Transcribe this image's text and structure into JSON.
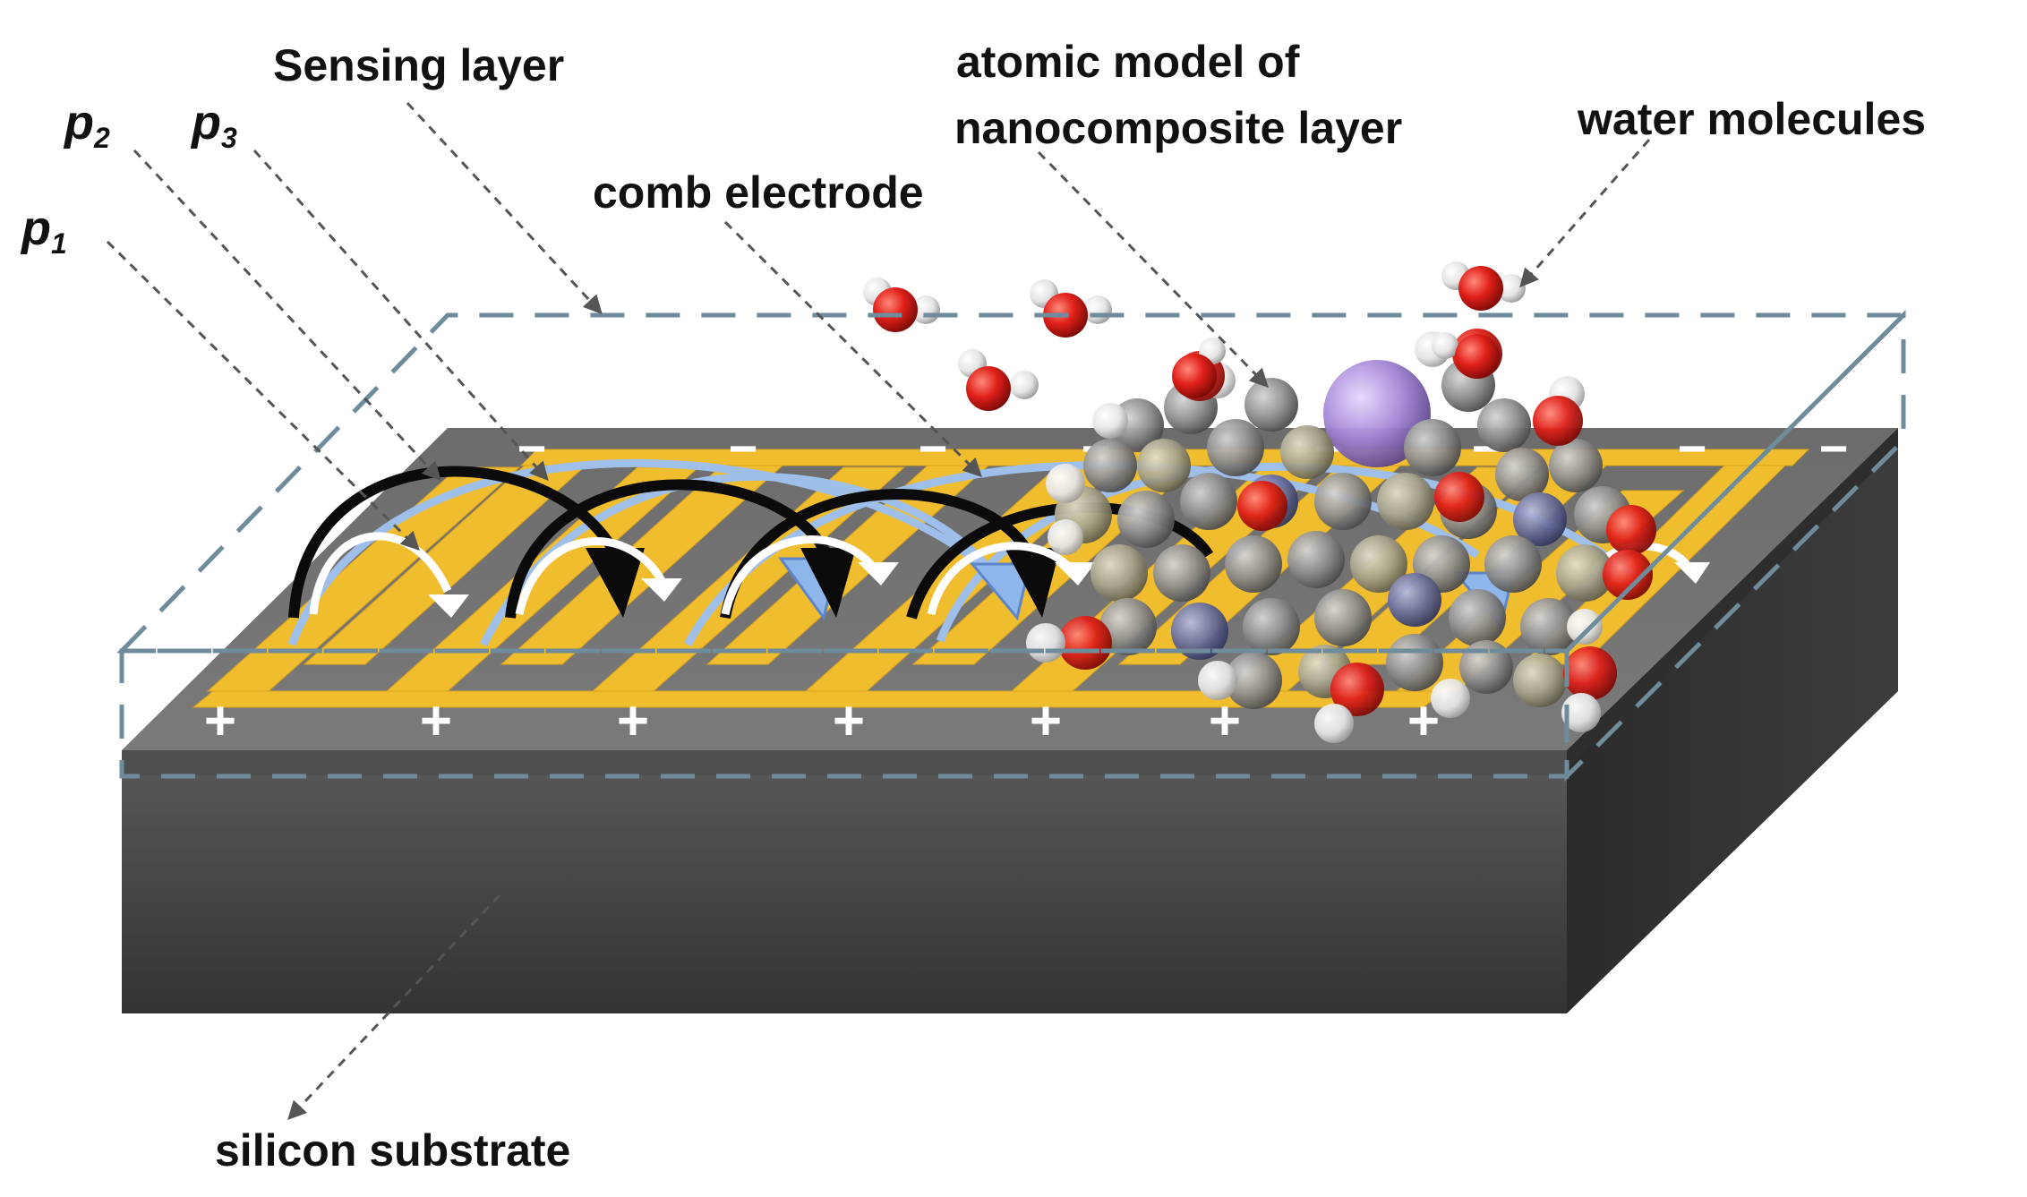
{
  "labels": {
    "sensing_layer": "Sensing layer",
    "atomic_model_line1": "atomic model of",
    "atomic_model_line2": "nanocomposite layer",
    "water_molecules": "water molecules",
    "comb_electrode": "comb electrode",
    "silicon_substrate": "silicon substrate",
    "p1_letter": "p",
    "p1_sub": "1",
    "p2_letter": "p",
    "p2_sub": "2",
    "p3_letter": "p",
    "p3_sub": "3"
  },
  "electrode_signs": {
    "negative": [
      "−",
      "−",
      "−",
      "−",
      "−",
      "−",
      "−",
      "−"
    ],
    "positive": [
      "+",
      "+",
      "+",
      "+",
      "+",
      "+",
      "+"
    ]
  },
  "colors": {
    "electrode": "#f0bd2e",
    "substrate_front": "#4a4a4a",
    "substrate_top": "#6e6e6e",
    "sensing_layer_outline": "#6f8c9c",
    "field_line_black": "#0b0b0b",
    "field_line_white": "#ffffff",
    "field_line_blue": "#9ebfea",
    "oxygen_atom": "#e0201a",
    "hydrogen_atom": "#eeeeee",
    "carbon_atom": "#8f8f8f",
    "nitrogen_atom": "#6a6f9e",
    "metal_atom": "#9a80cc"
  }
}
